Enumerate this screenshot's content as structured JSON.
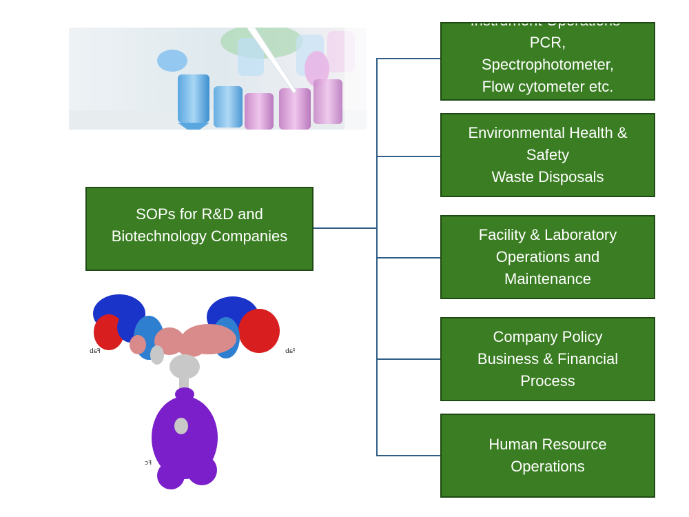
{
  "center": {
    "label": "SOPs for R&D and\nBiotechnology Companies"
  },
  "branches": [
    {
      "label": "Instrument Operations-\nPCR,\nSpectrophotometer,\nFlow cytometer etc."
    },
    {
      "label": "Environmental Health &\nSafety\nWaste Disposals"
    },
    {
      "label": "Facility & Laboratory\nOperations and\nMaintenance"
    },
    {
      "label": "Company Policy\nBusiness & Financial\nProcess"
    },
    {
      "label": "Human Resource\nOperations"
    }
  ],
  "antibody_labels": {
    "fab_left": "Fab",
    "fab_right": "Fab",
    "fc": "Fc"
  },
  "colors": {
    "box_fill": "#3a7d22",
    "box_border": "#1f4a14",
    "connector": "#2f5d86",
    "heavy_chain_dark": "#1a33c8",
    "heavy_chain_light": "#2f7fd0",
    "light_chain_red": "#d81e1e",
    "light_chain_pink": "#d98b8b",
    "hinge": "#c8c8c8",
    "fc_purple": "#7a1fc9"
  },
  "icons": {
    "photo": "lab-tubes-pipette-photo",
    "structure": "antibody-structure-image"
  }
}
